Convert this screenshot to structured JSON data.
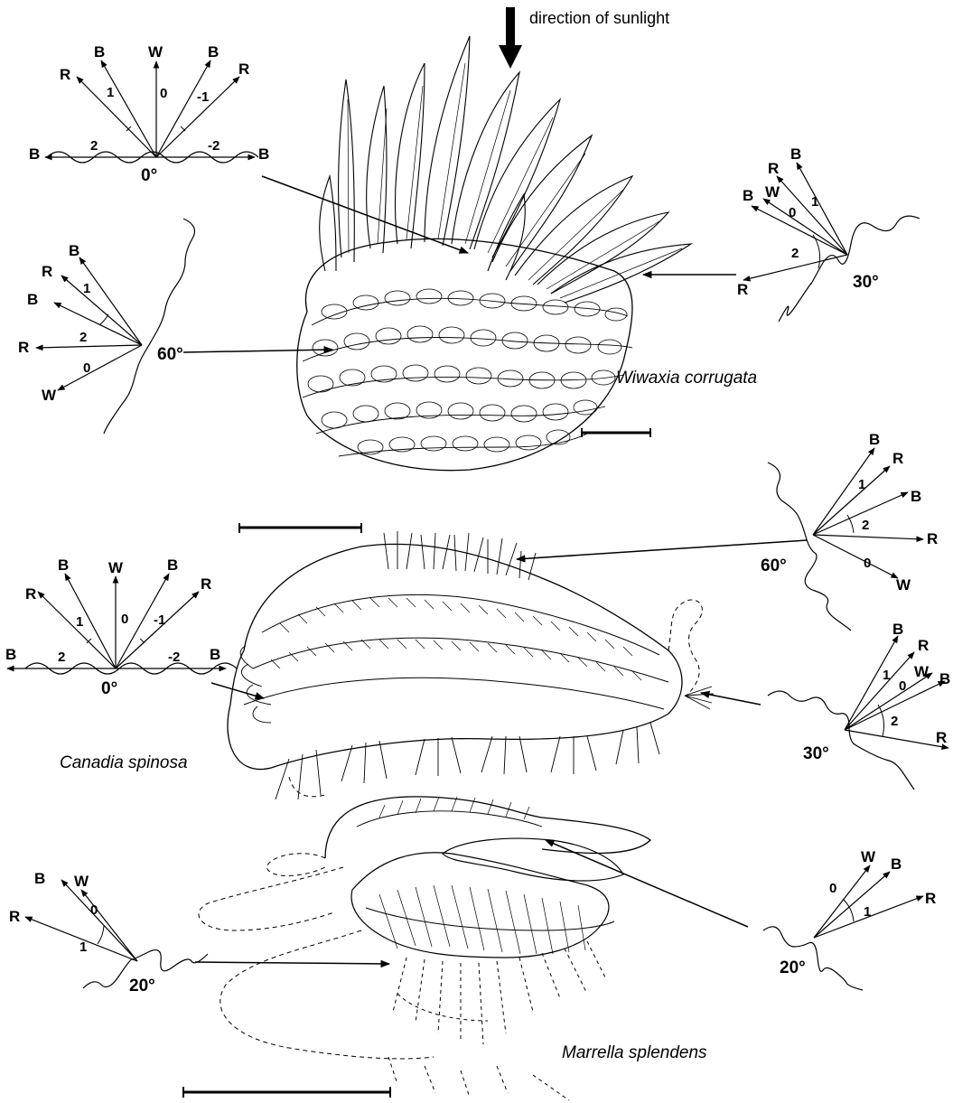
{
  "title": "direction of sunlight",
  "colors": {
    "ink": "#000000",
    "paper": "#ffffff"
  },
  "species": {
    "wiwaxia": "Wiwaxia corrugata",
    "canadia": "Canadia spinosa",
    "marrella": "Marrella splendens"
  },
  "labels": {
    "blue": "B",
    "red": "R",
    "white": "W"
  },
  "diagrams": {
    "wiwaxia_0": {
      "angle": "0°",
      "orders": [
        "2",
        "1",
        "0",
        "-1",
        "-2"
      ]
    },
    "wiwaxia_30": {
      "angle": "30°",
      "orders": [
        "1",
        "0",
        "2"
      ]
    },
    "wiwaxia_60": {
      "angle": "60°",
      "orders": [
        "1",
        "2",
        "0"
      ]
    },
    "canadia_0": {
      "angle": "0°",
      "orders": [
        "2",
        "1",
        "0",
        "-1",
        "-2"
      ]
    },
    "canadia_60": {
      "angle": "60°",
      "orders": [
        "1",
        "2",
        "0"
      ]
    },
    "canadia_30": {
      "angle": "30°",
      "orders": [
        "1",
        "0",
        "2"
      ]
    },
    "marrella_left": {
      "angle": "20°",
      "orders": [
        "0",
        "1"
      ]
    },
    "marrella_right": {
      "angle": "20°",
      "orders": [
        "0",
        "1"
      ]
    }
  },
  "icons": [
    "sunlight-arrow-icon",
    "scale-bar-icon"
  ]
}
